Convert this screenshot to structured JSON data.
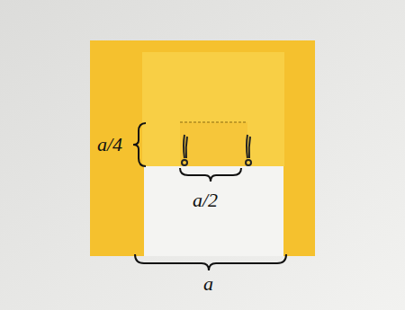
{
  "diagram": {
    "labels": [
      "a/4",
      "a/2",
      "a"
    ]
  }
}
